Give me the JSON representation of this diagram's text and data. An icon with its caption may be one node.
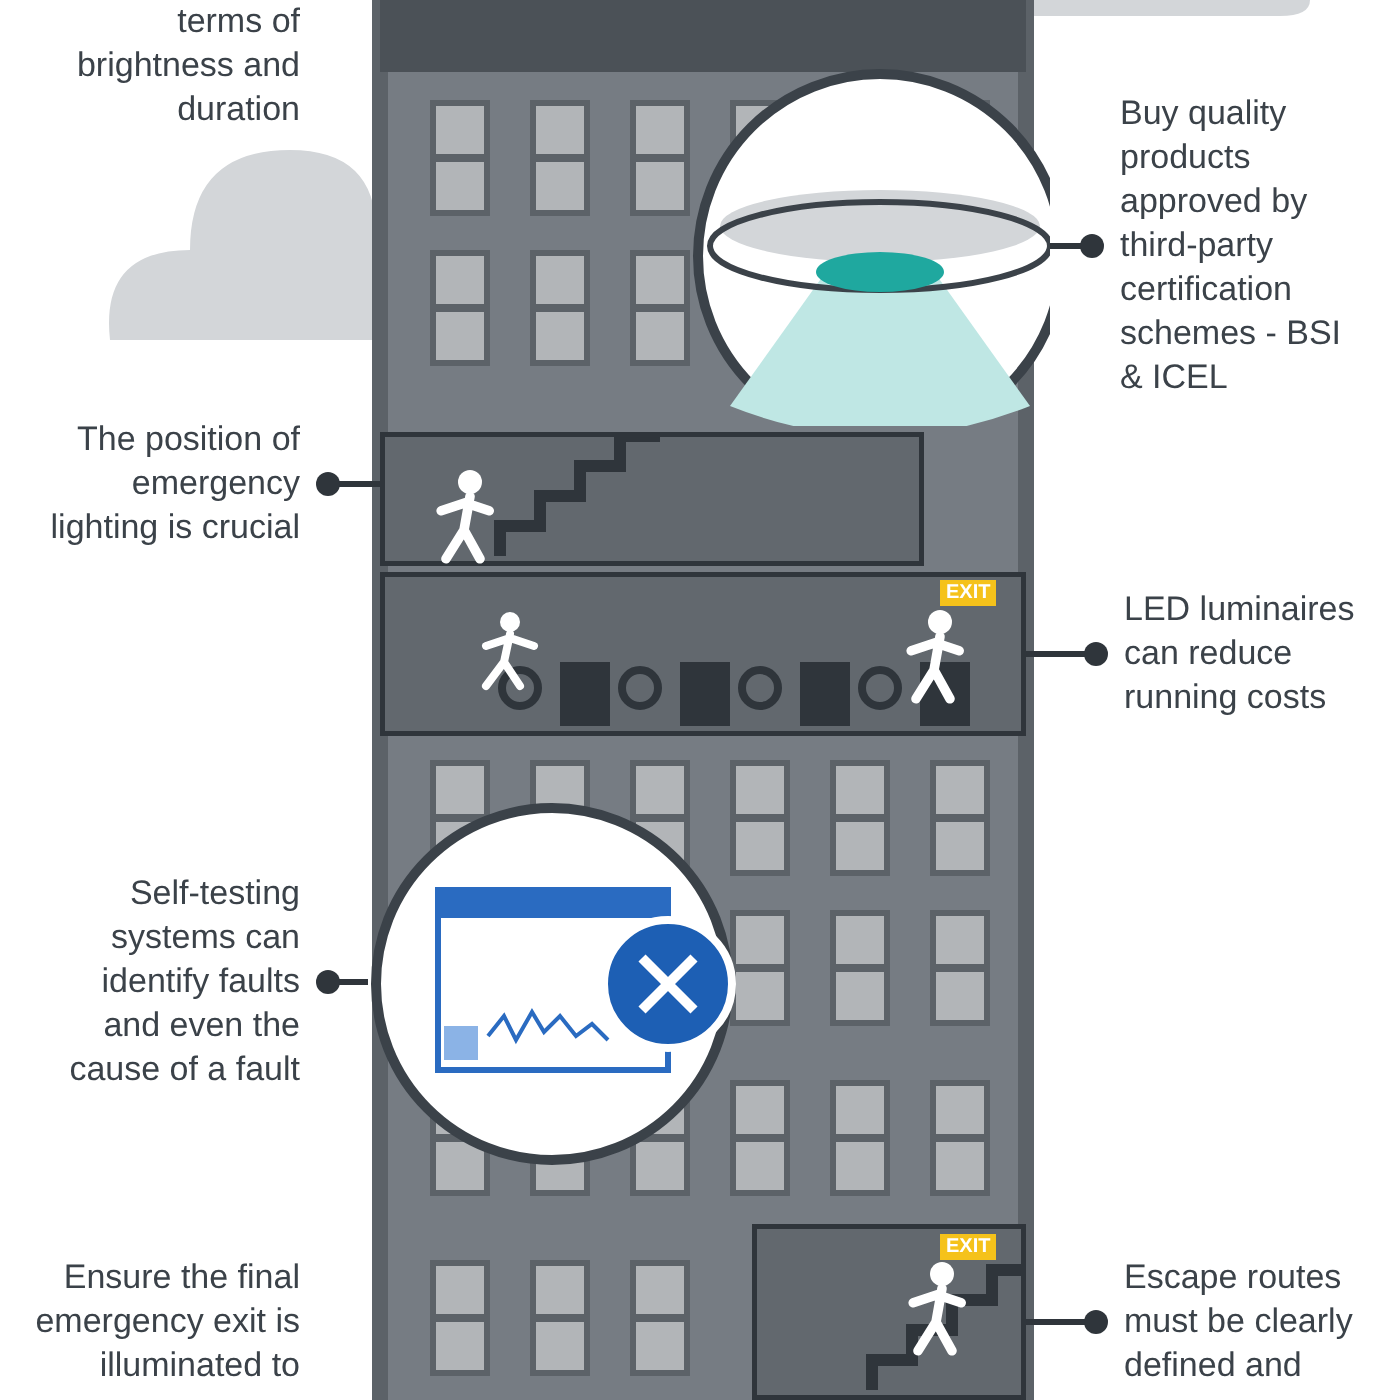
{
  "diagram": {
    "nodes": [
      {
        "text": [
          "terms of brightness and duration"
        ]
      },
      {
        "text": [
          "Buy quality products approved by third-party certification schemes - BSI & ICEL"
        ]
      },
      {
        "text": [],
        "shape": "picture"
      },
      {
        "text": [
          "The position of emergency lighting is crucial"
        ]
      },
      {
        "text": [],
        "shape": "picture"
      },
      {
        "text": [
          "LED luminaires can reduce running costs"
        ]
      },
      {
        "text": [],
        "shape": "picture"
      },
      {
        "text": [
          "Self-testing systems can identify faults and even the cause of a fault"
        ]
      },
      {
        "text": [],
        "shape": "picture"
      },
      {
        "text": [
          "Ensure the final emergency exit is illuminated to"
        ]
      },
      {
        "text": [
          "Escape routes must be clearly defined and"
        ]
      },
      {
        "text": [],
        "shape": "picture"
      }
    ],
    "edges": [
      {
        "from": 1,
        "to": 2,
        "arrow": "other"
      },
      {
        "from": 3,
        "to": 4,
        "arrow": "other"
      },
      {
        "from": 5,
        "to": 6,
        "arrow": "other"
      },
      {
        "from": 7,
        "to": 8,
        "arrow": "other"
      },
      {
        "from": 10,
        "to": 11,
        "arrow": "other"
      }
    ],
    "labels": [
      "EXIT",
      "EXIT"
    ]
  }
}
